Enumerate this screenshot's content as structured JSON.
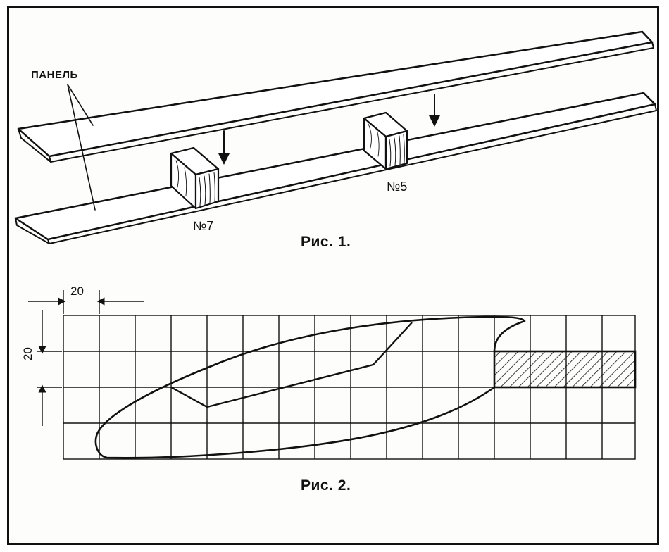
{
  "figure1": {
    "panel_label": "ПАНЕЛЬ",
    "block_left_label": "№7",
    "block_right_label": "№5",
    "caption": "Рис. 1."
  },
  "figure2": {
    "dim_horizontal": "20",
    "dim_vertical": "20",
    "caption": "Рис. 2."
  }
}
